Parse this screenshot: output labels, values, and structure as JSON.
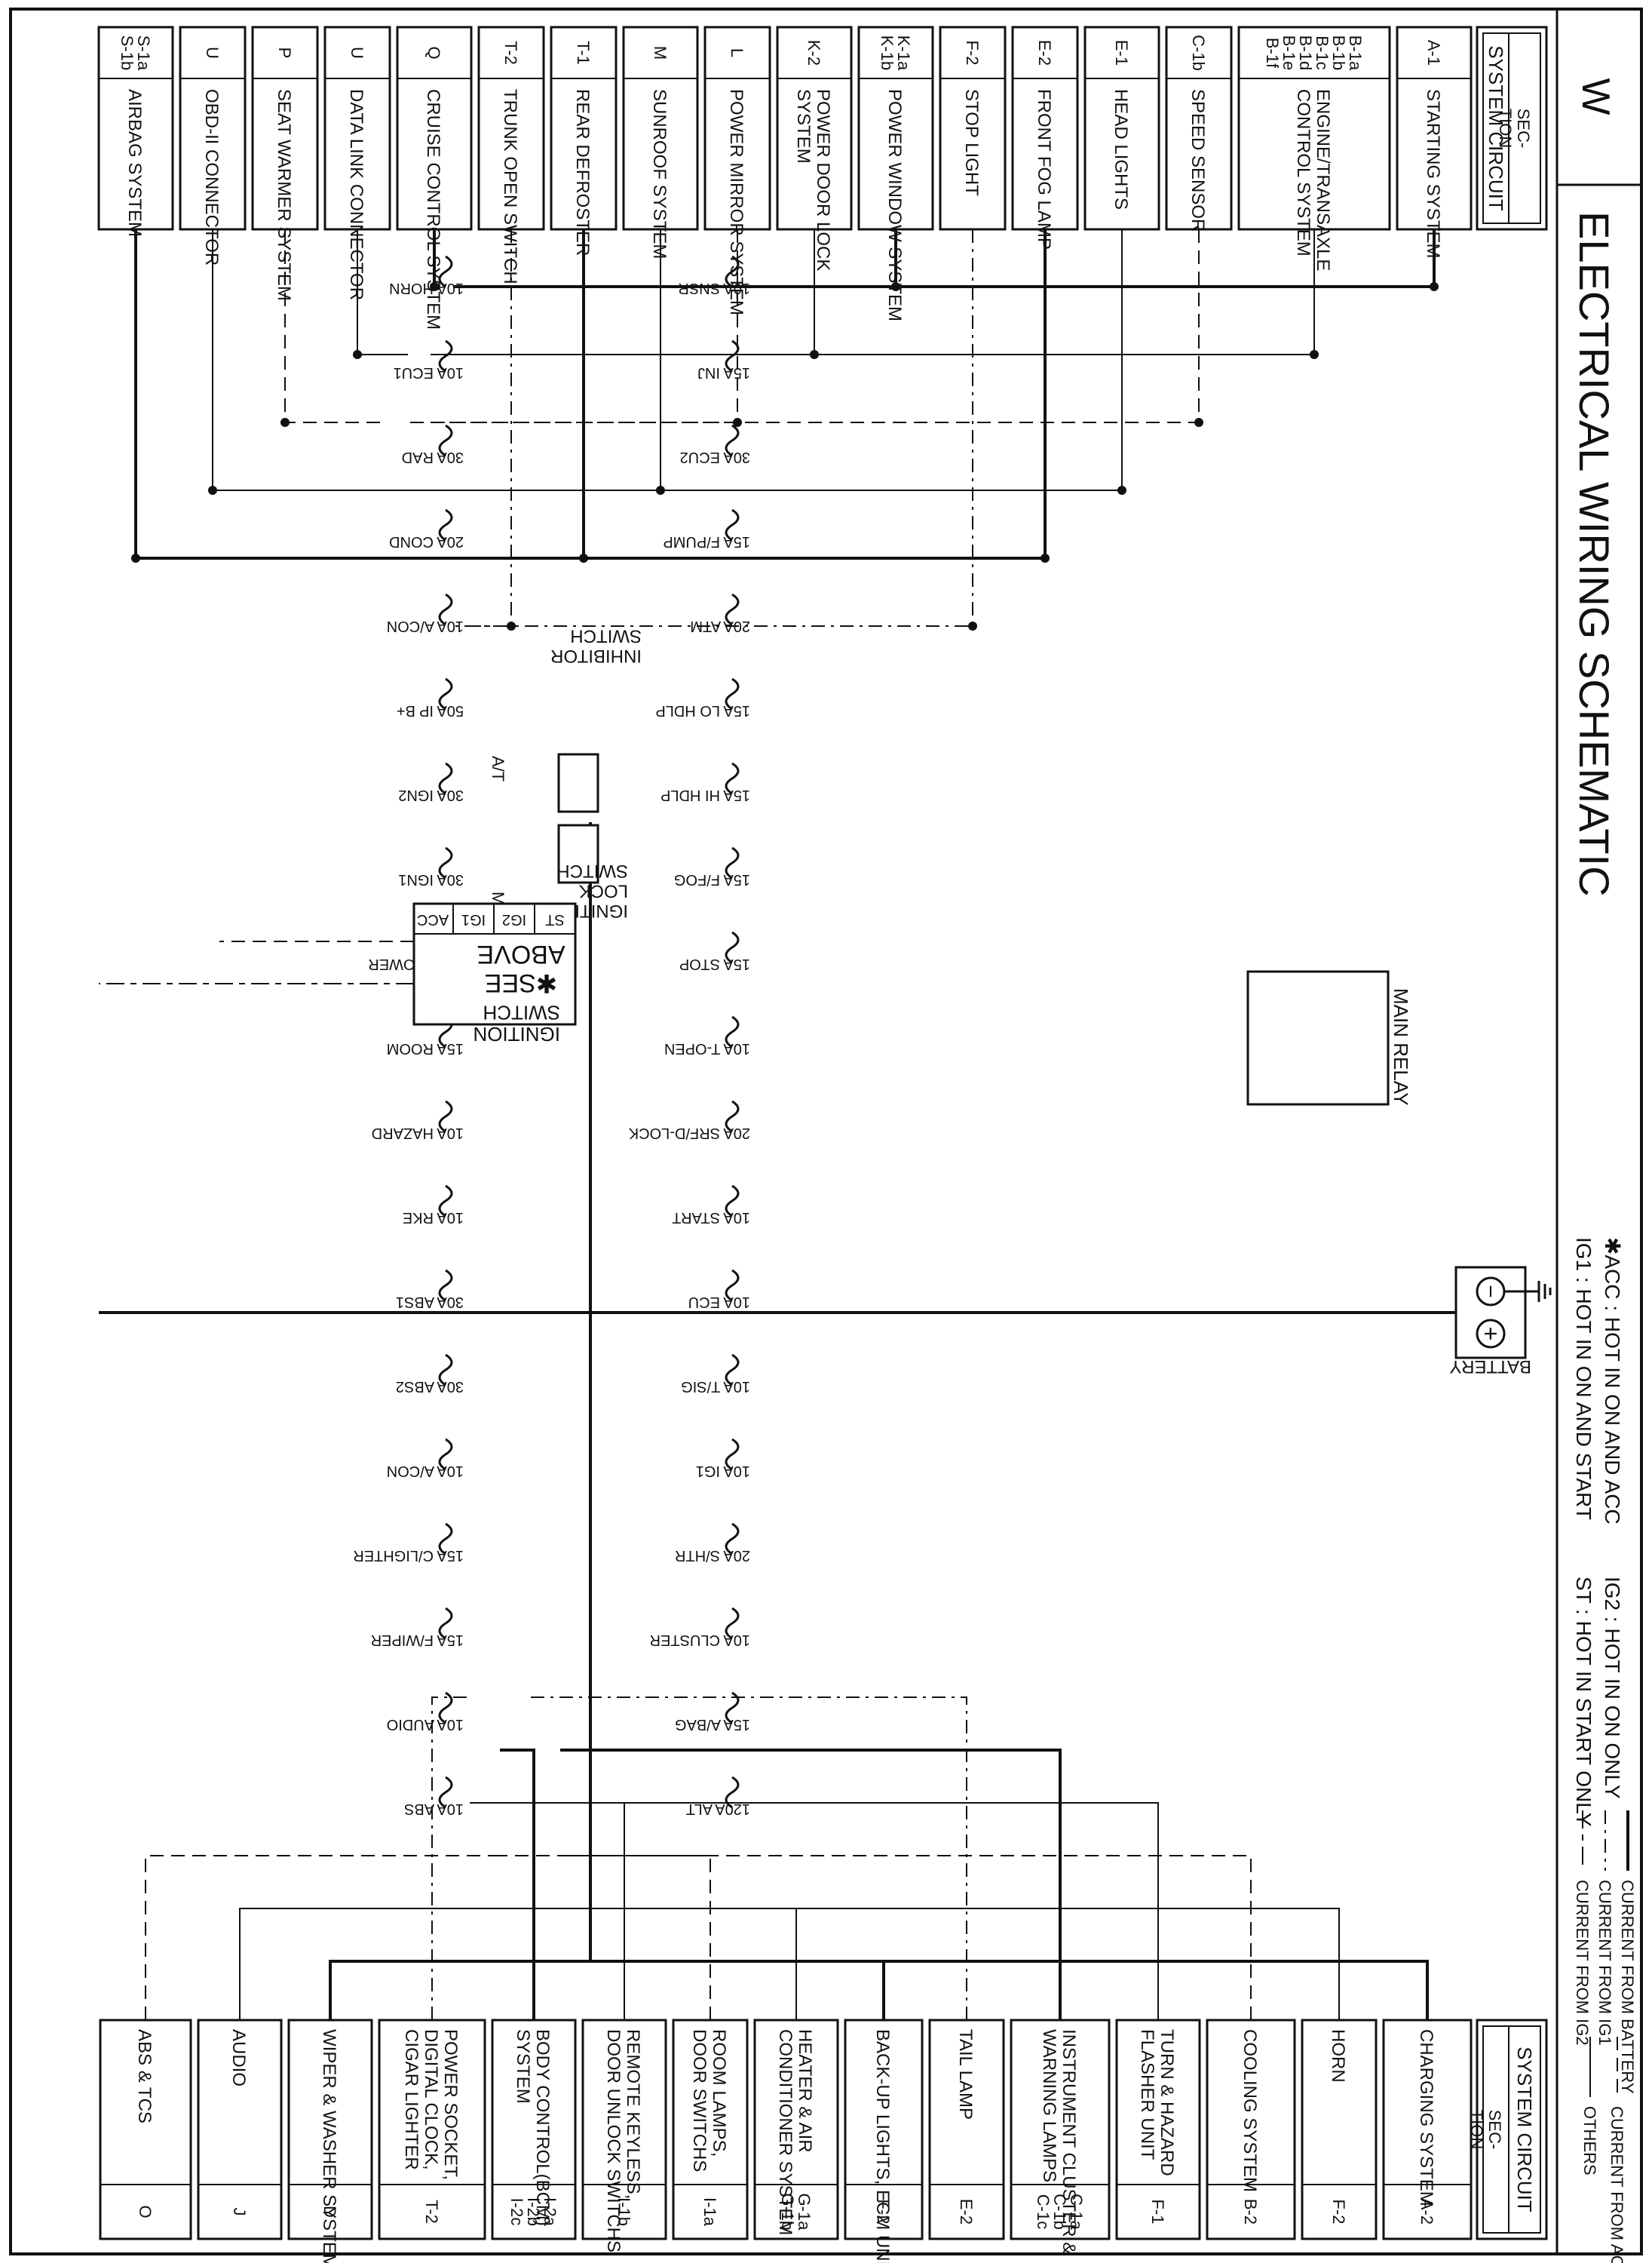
{
  "header": {
    "letter": "W",
    "title": "ELECTRICAL WIRING SCHEMATIC",
    "section_label": "SEC-\nTION",
    "system_circuit_label": "SYSTEM CIRCUIT"
  },
  "notes": {
    "acc": "✱ACC : HOT IN ON AND ACC",
    "ig1": "IG1 : HOT IN ON AND START",
    "ig2": "IG2 : HOT IN ON ONLY",
    "st": "ST : HOT IN START ONLY"
  },
  "legend": [
    {
      "style": "solid-thick",
      "label": "CURRENT FROM BATTERY"
    },
    {
      "style": "dashed-dot",
      "label": "CURRENT FROM IG1"
    },
    {
      "style": "dash-dot",
      "label": "CURRENT FROM IG2"
    },
    {
      "style": "dashed",
      "label": "CURRENT FROM ACC"
    },
    {
      "style": "thin",
      "label": "OTHERS"
    }
  ],
  "left_systems": [
    {
      "section": "A-1",
      "name": "STARTING SYSTEM"
    },
    {
      "section": "B-1a\nB-1b\nB-1c\nB-1d\nB-1e\nB-1f",
      "name": "ENGINE/TRANSAXLE\nCONTROL SYSTEM"
    },
    {
      "section": "C-1b",
      "name": "SPEED SENSOR"
    },
    {
      "section": "E-1",
      "name": "HEAD LIGHTS"
    },
    {
      "section": "E-2",
      "name": "FRONT FOG LAMP"
    },
    {
      "section": "F-2",
      "name": "STOP LIGHT"
    },
    {
      "section": "K-1a\nK-1b",
      "name": "POWER WINDOW SYSTEM"
    },
    {
      "section": "K-2",
      "name": "POWER DOOR LOCK\nSYSTEM"
    },
    {
      "section": "L",
      "name": "POWER MIRROR SYSTEM"
    },
    {
      "section": "M",
      "name": "SUNROOF SYSTEM"
    },
    {
      "section": "T-1",
      "name": "REAR DEFROSTER"
    },
    {
      "section": "T-2",
      "name": "TRUNK OPEN SWITCH"
    },
    {
      "section": "Q",
      "name": "CRUISE CONTROL SYSTEM"
    },
    {
      "section": "U",
      "name": "DATA LINK CONNECTOR"
    },
    {
      "section": "P",
      "name": "SEAT WARMER SYSTEM"
    },
    {
      "section": "U",
      "name": "OBD-II CONNECTOR"
    },
    {
      "section": "S-1a\nS-1b",
      "name": "AIRBAG SYSTEM"
    }
  ],
  "right_systems": [
    {
      "section": "A-2",
      "name": "CHARGING SYSTEM"
    },
    {
      "section": "F-2",
      "name": "HORN"
    },
    {
      "section": "B-2",
      "name": "COOLING SYSTEM"
    },
    {
      "section": "F-1",
      "name": "TURN & HAZARD\nFLASHER UNIT"
    },
    {
      "section": "C-1a\nC-1b\nC-1c",
      "name": "INSTRUMENT CLUSTER &\nWARNING LAMPS"
    },
    {
      "section": "E-2",
      "name": "TAIL LAMP"
    },
    {
      "section": "F-2",
      "name": "BACK-UP LIGHTS, ECM UNIT"
    },
    {
      "section": "G-1a\nG-1b",
      "name": "HEATER & AIR\nCONDITIONER SYSTEM"
    },
    {
      "section": "I-1a",
      "name": "ROOM LAMPS,\nDOOR SWITCHS"
    },
    {
      "section": "I-1b",
      "name": "REMOTE KEYLESS,\nDOOR UNLOCK SWITCHS"
    },
    {
      "section": "I-2a\nI-2b\nI-2c",
      "name": "BODY CONTROL(BCM)\nSYSTEM"
    },
    {
      "section": "T-2",
      "name": "POWER SOCKET,\nDIGITAL CLOCK,\nCIGAR LIGHTER"
    },
    {
      "section": "D",
      "name": "WIPER & WASHER SYSTEM"
    },
    {
      "section": "J",
      "name": "AUDIO"
    },
    {
      "section": "O",
      "name": "ABS & TCS"
    }
  ],
  "components": {
    "battery": "BATTERY",
    "main_relay": "MAIN RELAY",
    "inhibitor_switch": "INHIBITOR\nSWITCH",
    "ignition_lock_switch": "IGNITION\nLOCK\nSWITCH",
    "at_label": "A/T",
    "mt_label": "M/T",
    "ignition_switch": "IGNITION\nSWITCH",
    "see_above": "✱SEE\nABOVE",
    "terminals": [
      "ST",
      "IG2",
      "IG1",
      "ACC"
    ]
  },
  "fuses": [
    "10A SNSR",
    "15A INJ",
    "30A ECU2",
    "15A F/PUMP",
    "20A ATM",
    "15A LO HDLP",
    "15A HI HDLP",
    "15A F/FOG",
    "15A STOP",
    "10A T-OPEN",
    "20A SRF/D-LOCK",
    "10A START",
    "10A ECU",
    "10A T/SIG",
    "10A IG1",
    "20A S/HTR",
    "10A CLUSTER",
    "15A A/BAG",
    "120A ALT",
    "10A HORN",
    "10A ECU1",
    "30A RAD",
    "20A COND",
    "10A A/CON",
    "50A IP B+",
    "30A IGN2",
    "30A IGN1",
    "30A BLOWER",
    "15A ROOM",
    "10A HAZARD",
    "10A RKE",
    "30A ABS1",
    "30A ABS2",
    "10A A/CON",
    "15A C/LIGHTER",
    "15A F/WIPER",
    "10A AUDIO",
    "10A ABS"
  ]
}
